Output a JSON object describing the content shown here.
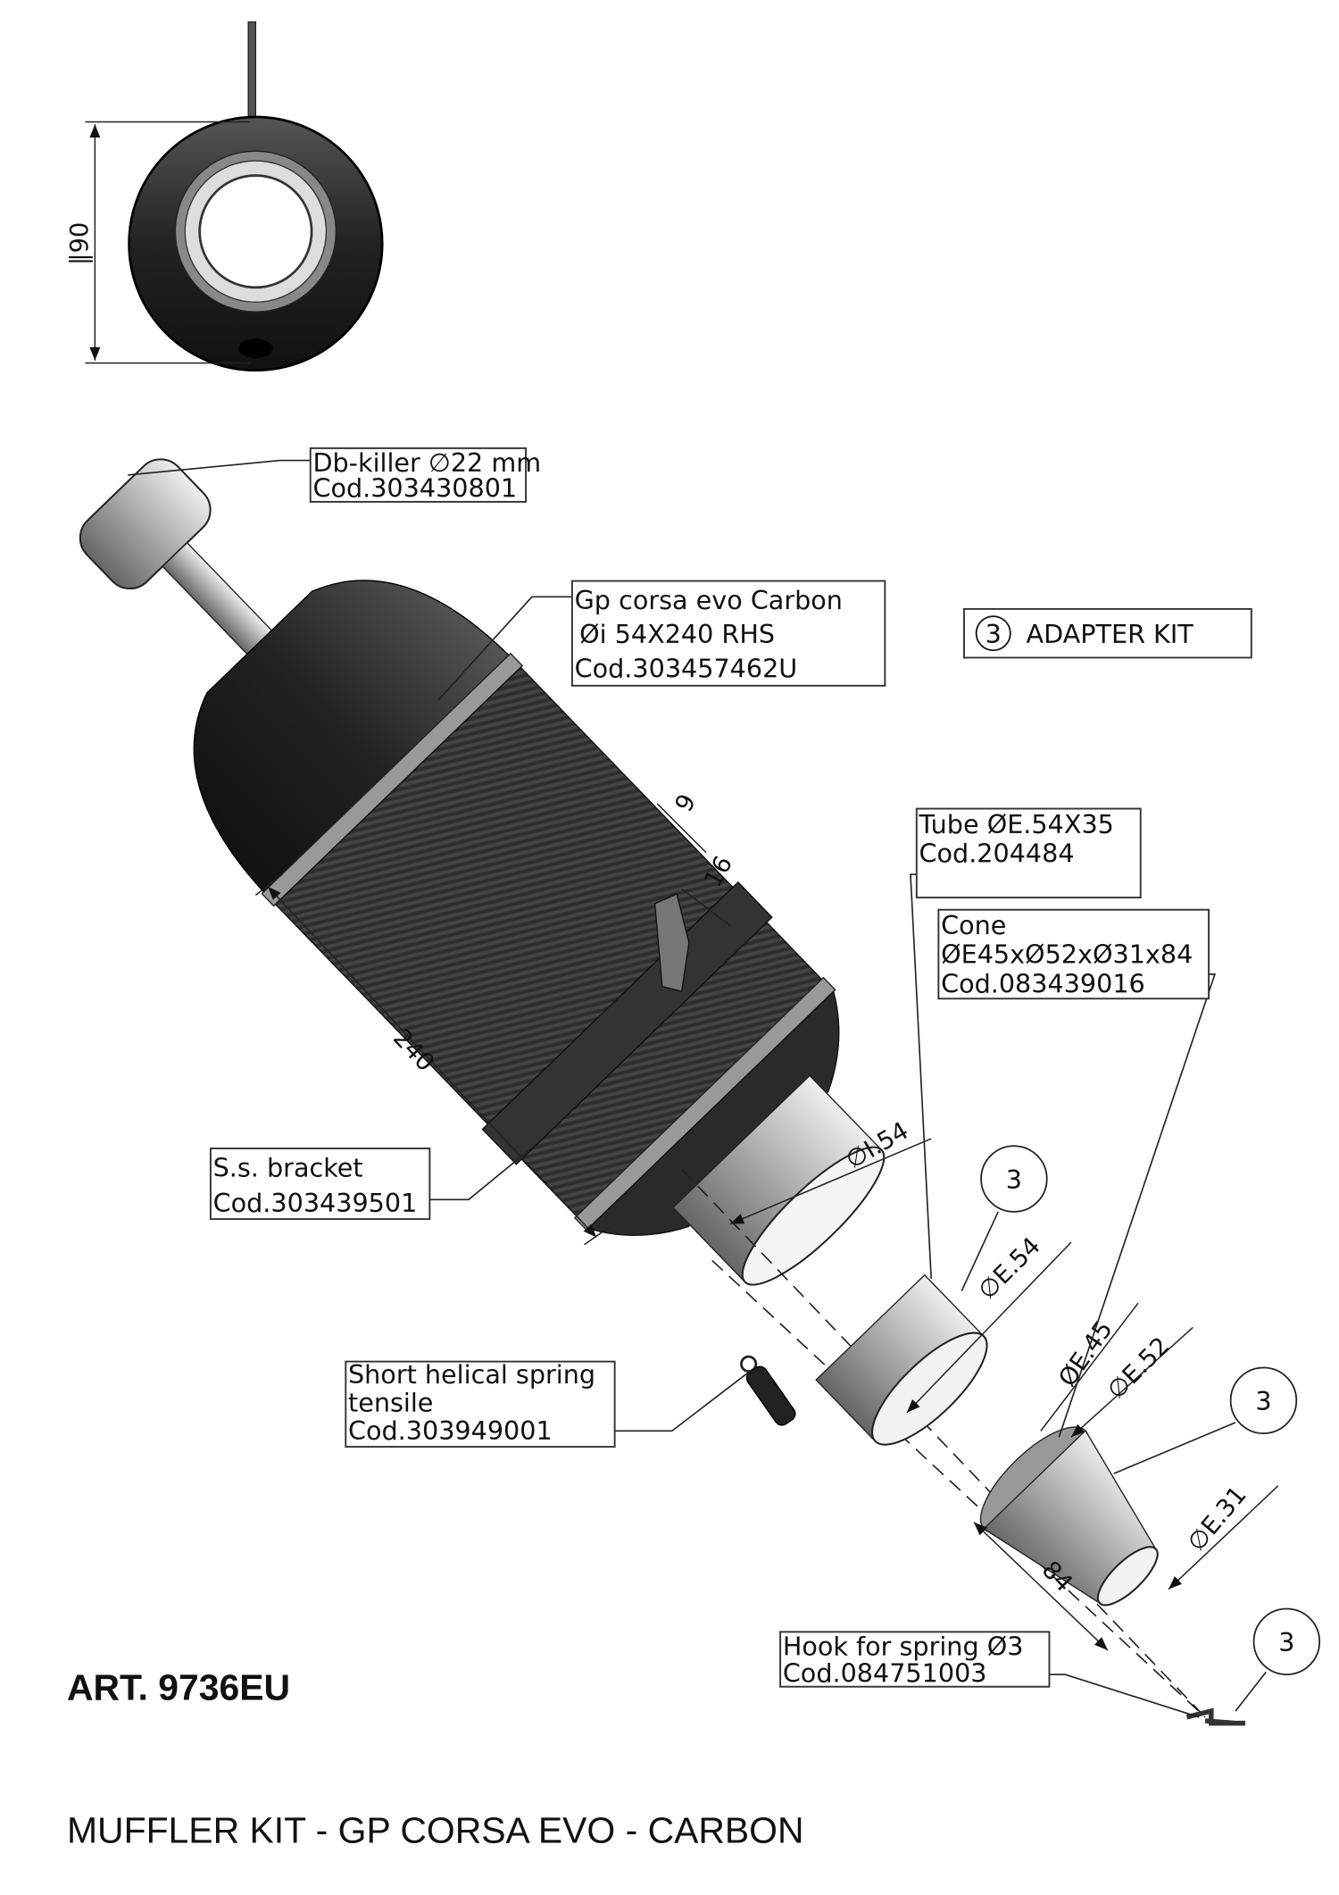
{
  "article": "ART. 9736EU",
  "title": "MUFFLER KIT - GP CORSA EVO - CARBON",
  "adapter_kit": {
    "number": "3",
    "label": "ADAPTER KIT"
  },
  "labels": {
    "db_killer": {
      "line1": "Db-killer ∅22 mm",
      "line2": "Cod.303430801"
    },
    "muffler": {
      "line1": "Gp corsa evo Carbon",
      "line2": "Øi 54X240 RHS",
      "line3": "Cod.303457462U"
    },
    "tube": {
      "line1": "Tube ØE.54X35",
      "line2": "Cod.204484"
    },
    "cone": {
      "line1": "Cone",
      "line2": "ØE45xØ52xØ31x84",
      "line3": "Cod.083439016"
    },
    "bracket": {
      "line1": "S.s. bracket",
      "line2": "Cod.303439501"
    },
    "spring": {
      "line1": "Short helical spring",
      "line2": "tensile",
      "line3": "Cod.303949001"
    },
    "hook": {
      "line1": "Hook for spring Ø3",
      "line2": "Cod.084751003"
    }
  },
  "balloons": [
    "3",
    "3",
    "3"
  ],
  "dimensions": {
    "outer_diameter": "∥90",
    "length": "240",
    "tab_width": "9",
    "tab_height": "16",
    "outlet": "∅I.54",
    "tube_e54": "∅E.54",
    "cone_e45": "ØE.45",
    "cone_e52": "∅E.52",
    "cone_e31": "∅E.31",
    "cone_length": "84"
  }
}
